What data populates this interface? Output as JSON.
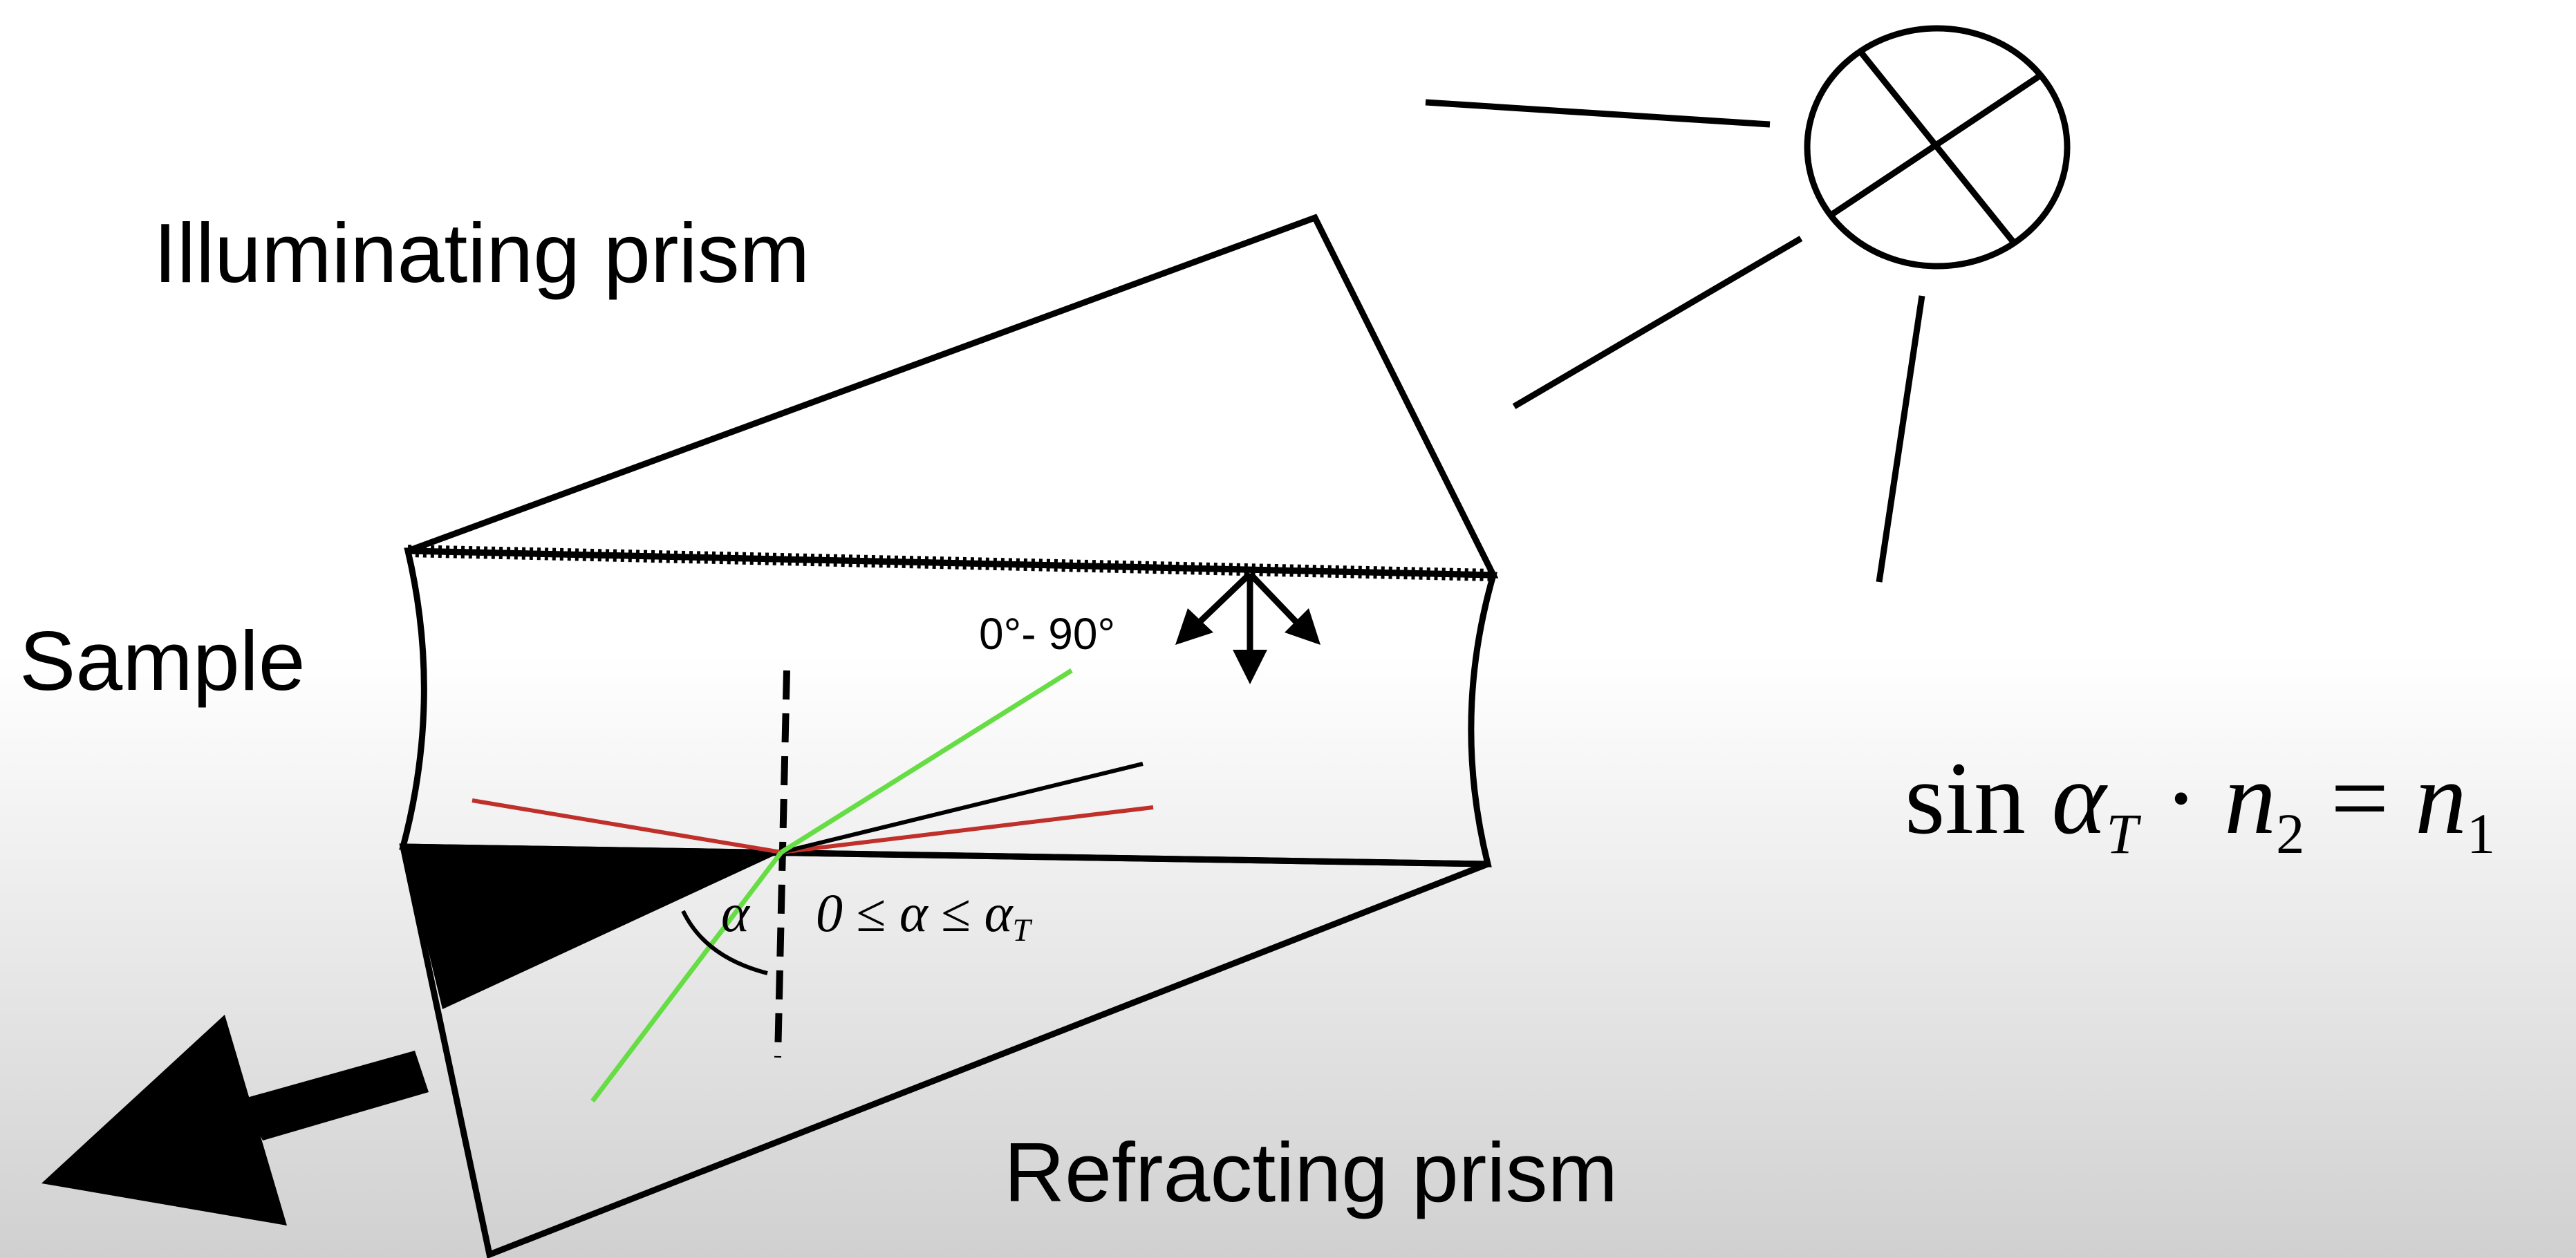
{
  "labels": {
    "illuminating_prism": "Illuminating prism",
    "sample": "Sample",
    "refracting_prism": "Refracting prism",
    "angle_range": "0°- 90°",
    "alpha": "α",
    "condition": {
      "lhs": "0",
      "le1": " ≤ ",
      "alpha": "α",
      "le2": " ≤ ",
      "alpha_t": "α",
      "t_sub": "T"
    }
  },
  "formula": {
    "sin": "sin",
    "alpha": "α",
    "t_sub": "T",
    "dot": " · ",
    "n2": "n",
    "n2_sub": "2",
    "eq": " = ",
    "n1": "n",
    "n1_sub": "1"
  },
  "colors": {
    "outline": "#000000",
    "red_ray": "#c0302a",
    "green_ray": "#66dd44",
    "black_ray": "#000000"
  }
}
